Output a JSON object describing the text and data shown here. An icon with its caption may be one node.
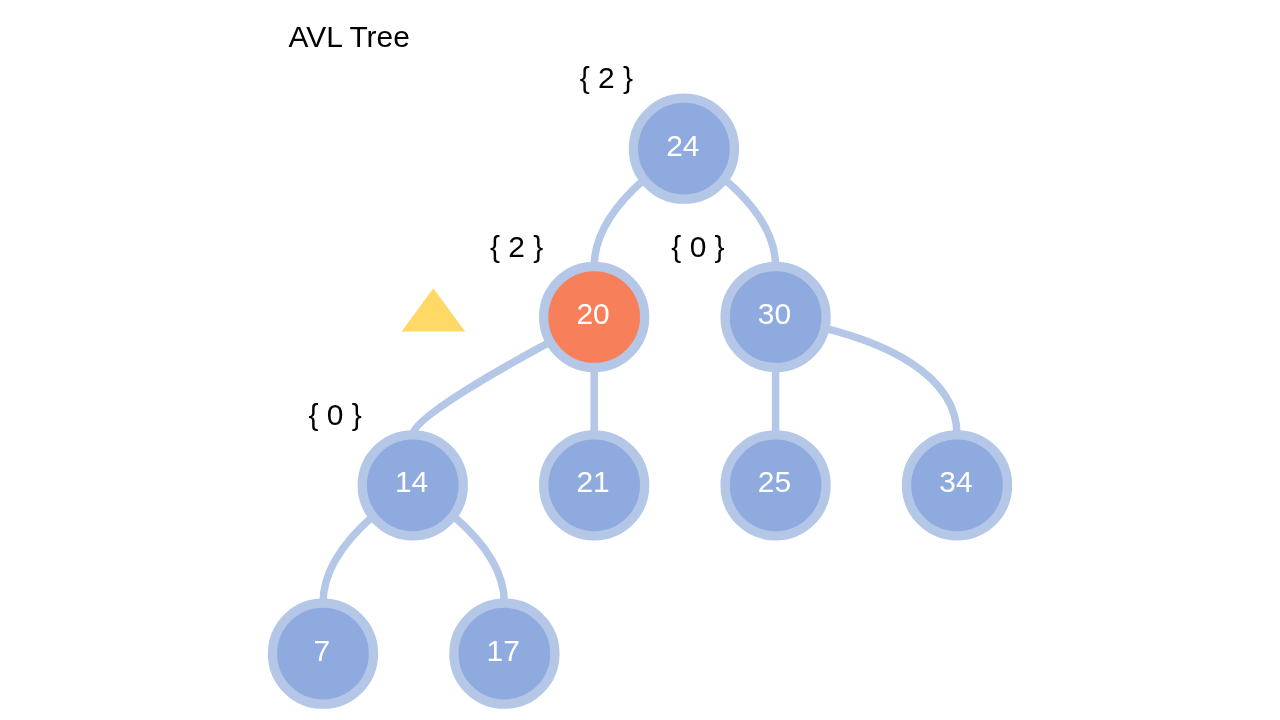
{
  "diagram": {
    "title": "AVL Tree",
    "nodes": [
      {
        "text": [
          "24"
        ],
        "beside": [
          "{ 2 }"
        ]
      },
      {
        "text": [
          "20"
        ],
        "beside": [
          "{ 2 }"
        ]
      },
      {
        "text": [
          "30"
        ],
        "beside": [
          "{ 0 }"
        ]
      },
      {
        "text": [
          "14"
        ],
        "beside": [
          "{ 0 }"
        ]
      },
      {
        "text": [
          "21"
        ]
      },
      {
        "text": [
          "25"
        ]
      },
      {
        "text": [
          "34"
        ]
      },
      {
        "text": [
          "7"
        ]
      },
      {
        "text": [
          "17"
        ]
      },
      {
        "text": [],
        "shape": "triangle"
      }
    ],
    "edges": [
      {
        "from": 0,
        "to": 1,
        "arrow": "none"
      },
      {
        "from": 0,
        "to": 2,
        "arrow": "none"
      },
      {
        "from": 1,
        "to": 3,
        "arrow": "none"
      },
      {
        "from": 1,
        "to": 4,
        "arrow": "none"
      },
      {
        "from": 2,
        "to": 5,
        "arrow": "none"
      },
      {
        "from": 2,
        "to": 6,
        "arrow": "none"
      },
      {
        "from": 3,
        "to": 7,
        "arrow": "none"
      },
      {
        "from": 3,
        "to": 8,
        "arrow": "none"
      }
    ]
  }
}
